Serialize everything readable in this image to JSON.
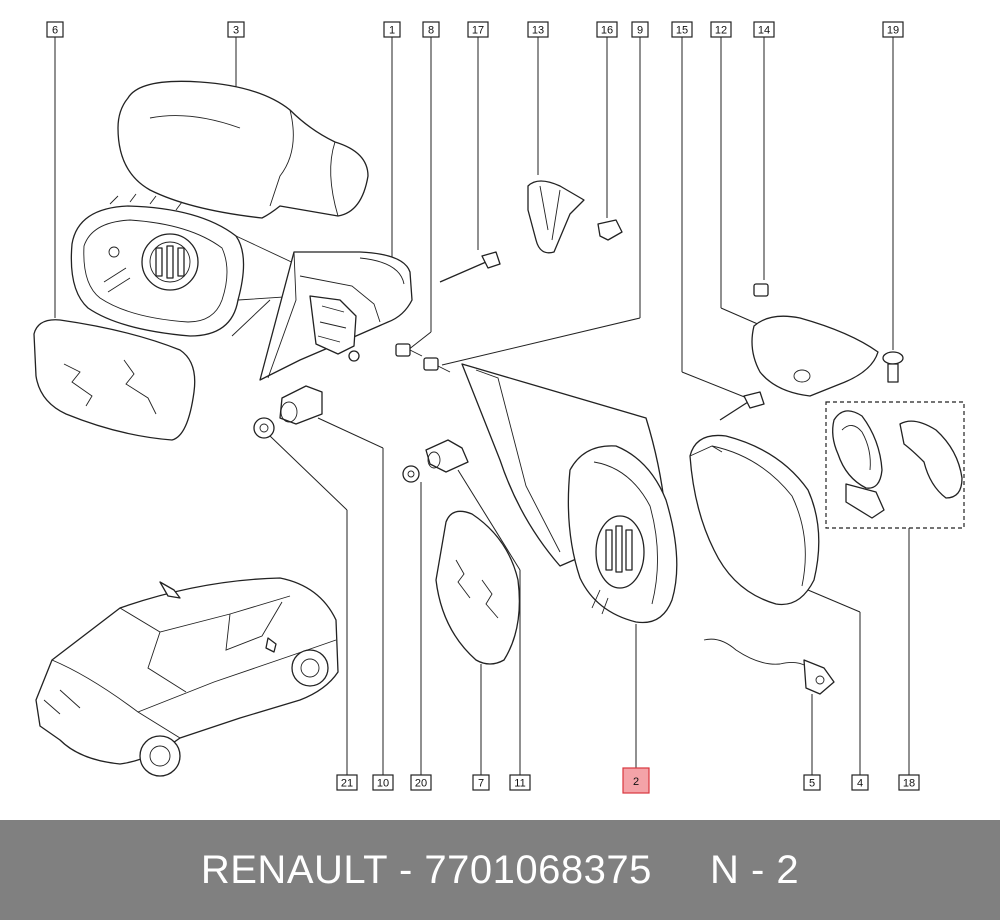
{
  "diagram": {
    "callouts": [
      {
        "id": "6",
        "label": "6"
      },
      {
        "id": "3",
        "label": "3"
      },
      {
        "id": "1",
        "label": "1"
      },
      {
        "id": "8",
        "label": "8"
      },
      {
        "id": "17",
        "label": "17"
      },
      {
        "id": "13",
        "label": "13"
      },
      {
        "id": "16",
        "label": "16"
      },
      {
        "id": "9",
        "label": "9"
      },
      {
        "id": "15",
        "label": "15"
      },
      {
        "id": "12",
        "label": "12"
      },
      {
        "id": "14",
        "label": "14"
      },
      {
        "id": "19",
        "label": "19"
      },
      {
        "id": "21",
        "label": "21"
      },
      {
        "id": "10",
        "label": "10"
      },
      {
        "id": "20",
        "label": "20"
      },
      {
        "id": "7",
        "label": "7"
      },
      {
        "id": "11",
        "label": "11"
      },
      {
        "id": "2",
        "label": "2",
        "highlighted": true
      },
      {
        "id": "5",
        "label": "5"
      },
      {
        "id": "4",
        "label": "4"
      },
      {
        "id": "18",
        "label": "18"
      }
    ],
    "highlight_color": "#f4a3a8"
  },
  "footer": {
    "text": "RENAULT - 7701068375     N - 2",
    "background": "#808080"
  }
}
